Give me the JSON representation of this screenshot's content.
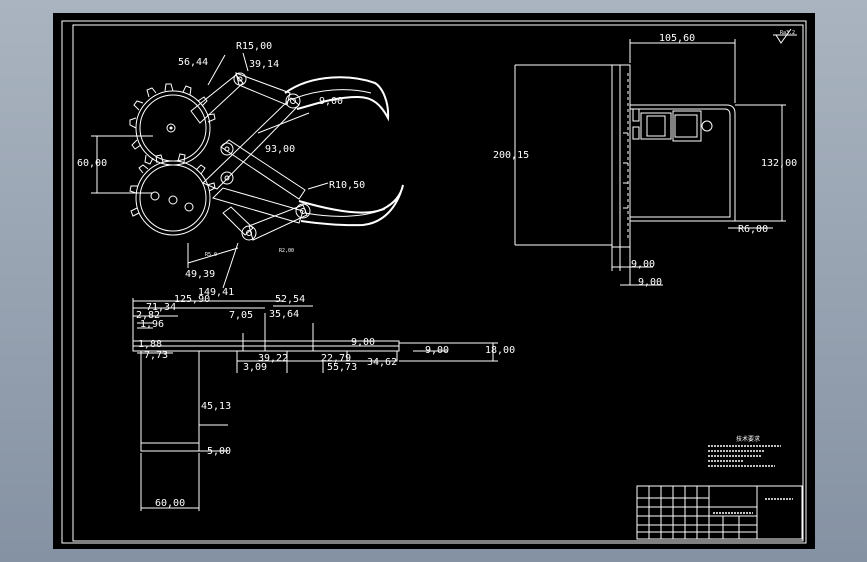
{
  "drawing": {
    "corner_mark": "Ra3.2",
    "gripper_dims": {
      "r15": "R15,00",
      "d5644": "56,44",
      "d3914": "39,14",
      "d900": "9,00",
      "d6000": "60,00",
      "d9300": "93,00",
      "r10": "R10,50",
      "r200": "R2,00",
      "r50": "R5,0",
      "d4939": "49,39"
    },
    "side_dims": {
      "d10560": "105,60",
      "d20015": "200,15",
      "d13200": "132,00",
      "r600": "R6,00",
      "d900a": "9,00",
      "d900b": "9,00"
    },
    "bottom_dims": {
      "d14941": "149,41",
      "d12590": "125,90",
      "d7134": "71,34",
      "d5254": "52,54",
      "d282": "2,82",
      "d705": "7,05",
      "d3564": "35,64",
      "d196": "1,96",
      "d900c": "9,00",
      "d900d": "9,00",
      "d1800": "18,00",
      "d388": "1,88",
      "d773": "7,73",
      "d3922": "39,22",
      "d2279": "22,79",
      "d309": "3,09",
      "d5573": "55,73",
      "d3462": "34,62",
      "d4513": "45,13",
      "d500": "5,00",
      "d6000b": "60,00"
    },
    "notes_title": "技术要求"
  }
}
